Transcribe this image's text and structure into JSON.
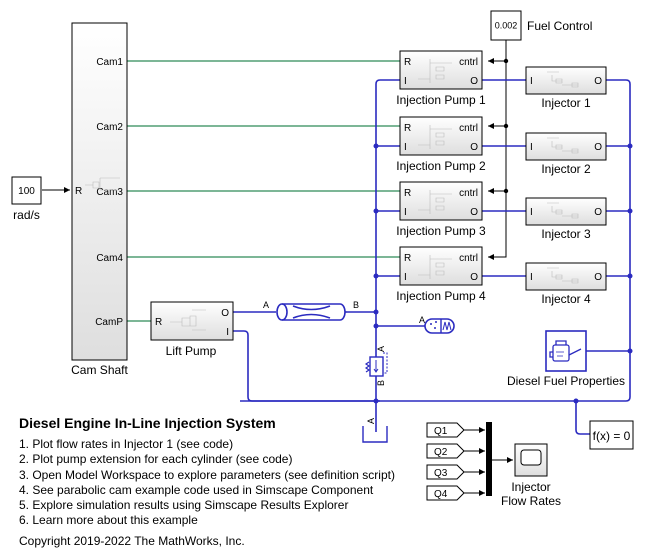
{
  "model": {
    "title": "Diesel Engine In-Line Injection System",
    "links": [
      "1. Plot flow rates in Injector 1 (see code)",
      "2. Plot pump extension for each cylinder (see code)",
      "3. Open Model Workspace to explore parameters (see definition script)",
      "4. See parabolic cam example code used in Simscape Component",
      "5. Explore simulation results using Simscape Results Explorer",
      "6. Learn more about this example"
    ],
    "copyright": "Copyright 2019-2022 The MathWorks, Inc."
  },
  "blocks": {
    "speed_source": {
      "value": "100",
      "label": "rad/s"
    },
    "cam_shaft": {
      "label": "Cam Shaft",
      "in_port": "R",
      "out_ports": [
        "Cam1",
        "Cam2",
        "Cam3",
        "Cam4",
        "CamP"
      ]
    },
    "fuel_control": {
      "value": "0.002",
      "label": "Fuel Control"
    },
    "injection_pumps": [
      {
        "label": "Injection Pump 1",
        "ports": {
          "r": "R",
          "i": "I",
          "cntrl": "cntrl",
          "o": "O"
        }
      },
      {
        "label": "Injection Pump 2",
        "ports": {
          "r": "R",
          "i": "I",
          "cntrl": "cntrl",
          "o": "O"
        }
      },
      {
        "label": "Injection Pump 3",
        "ports": {
          "r": "R",
          "i": "I",
          "cntrl": "cntrl",
          "o": "O"
        }
      },
      {
        "label": "Injection Pump 4",
        "ports": {
          "r": "R",
          "i": "I",
          "cntrl": "cntrl",
          "o": "O"
        }
      }
    ],
    "injectors": [
      {
        "label": "Injector 1",
        "ports": {
          "i": "I",
          "o": "O"
        }
      },
      {
        "label": "Injector 2",
        "ports": {
          "i": "I",
          "o": "O"
        }
      },
      {
        "label": "Injector 3",
        "ports": {
          "i": "I",
          "o": "O"
        }
      },
      {
        "label": "Injector 4",
        "ports": {
          "i": "I",
          "o": "O"
        }
      }
    ],
    "lift_pump": {
      "label": "Lift Pump",
      "ports": {
        "r": "R",
        "o": "O",
        "i": "I"
      }
    },
    "pipe": {
      "port_a": "A",
      "port_b": "B"
    },
    "accumulator": {
      "port_a": "A"
    },
    "relief_valve": {
      "port_a": "A",
      "port_b": "B"
    },
    "reservoir": {
      "port_a": "A"
    },
    "fluid_properties": {
      "label": "Diesel Fuel Properties"
    },
    "solver": {
      "label": "f(x) = 0"
    },
    "goto_tags": [
      "Q1",
      "Q2",
      "Q3",
      "Q4"
    ],
    "scope": {
      "label_line1": "Injector",
      "label_line2": "Flow Rates"
    }
  },
  "colors": {
    "physical_line": "#2b2bc0",
    "signal_line": "#2e8b57",
    "control_line": "#000000"
  }
}
